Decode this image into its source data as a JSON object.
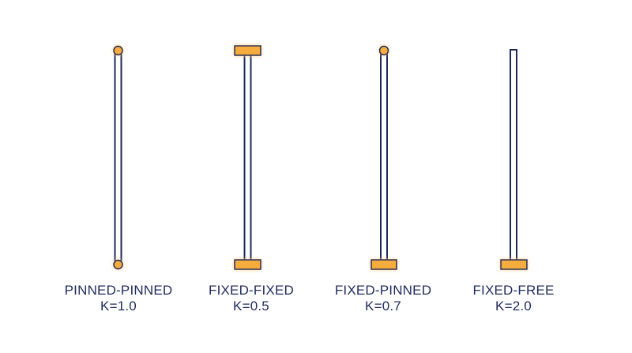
{
  "colors": {
    "column_stroke": "#1c2a5a",
    "support_fill": "#f7ad3c",
    "support_glow": "#ffd79a",
    "label_text": "#1f2a5c",
    "background": "#ffffff"
  },
  "columns": [
    {
      "name": "PINNED-PINNED",
      "k_label": "K=1.0",
      "top_support": "pin",
      "bottom_support": "pin"
    },
    {
      "name": "FIXED-FIXED",
      "k_label": "K=0.5",
      "top_support": "fixed",
      "bottom_support": "fixed"
    },
    {
      "name": "FIXED-PINNED",
      "k_label": "K=0.7",
      "top_support": "pin",
      "bottom_support": "fixed"
    },
    {
      "name": "FIXED-FREE",
      "k_label": "K=2.0",
      "top_support": "free",
      "bottom_support": "fixed"
    }
  ]
}
